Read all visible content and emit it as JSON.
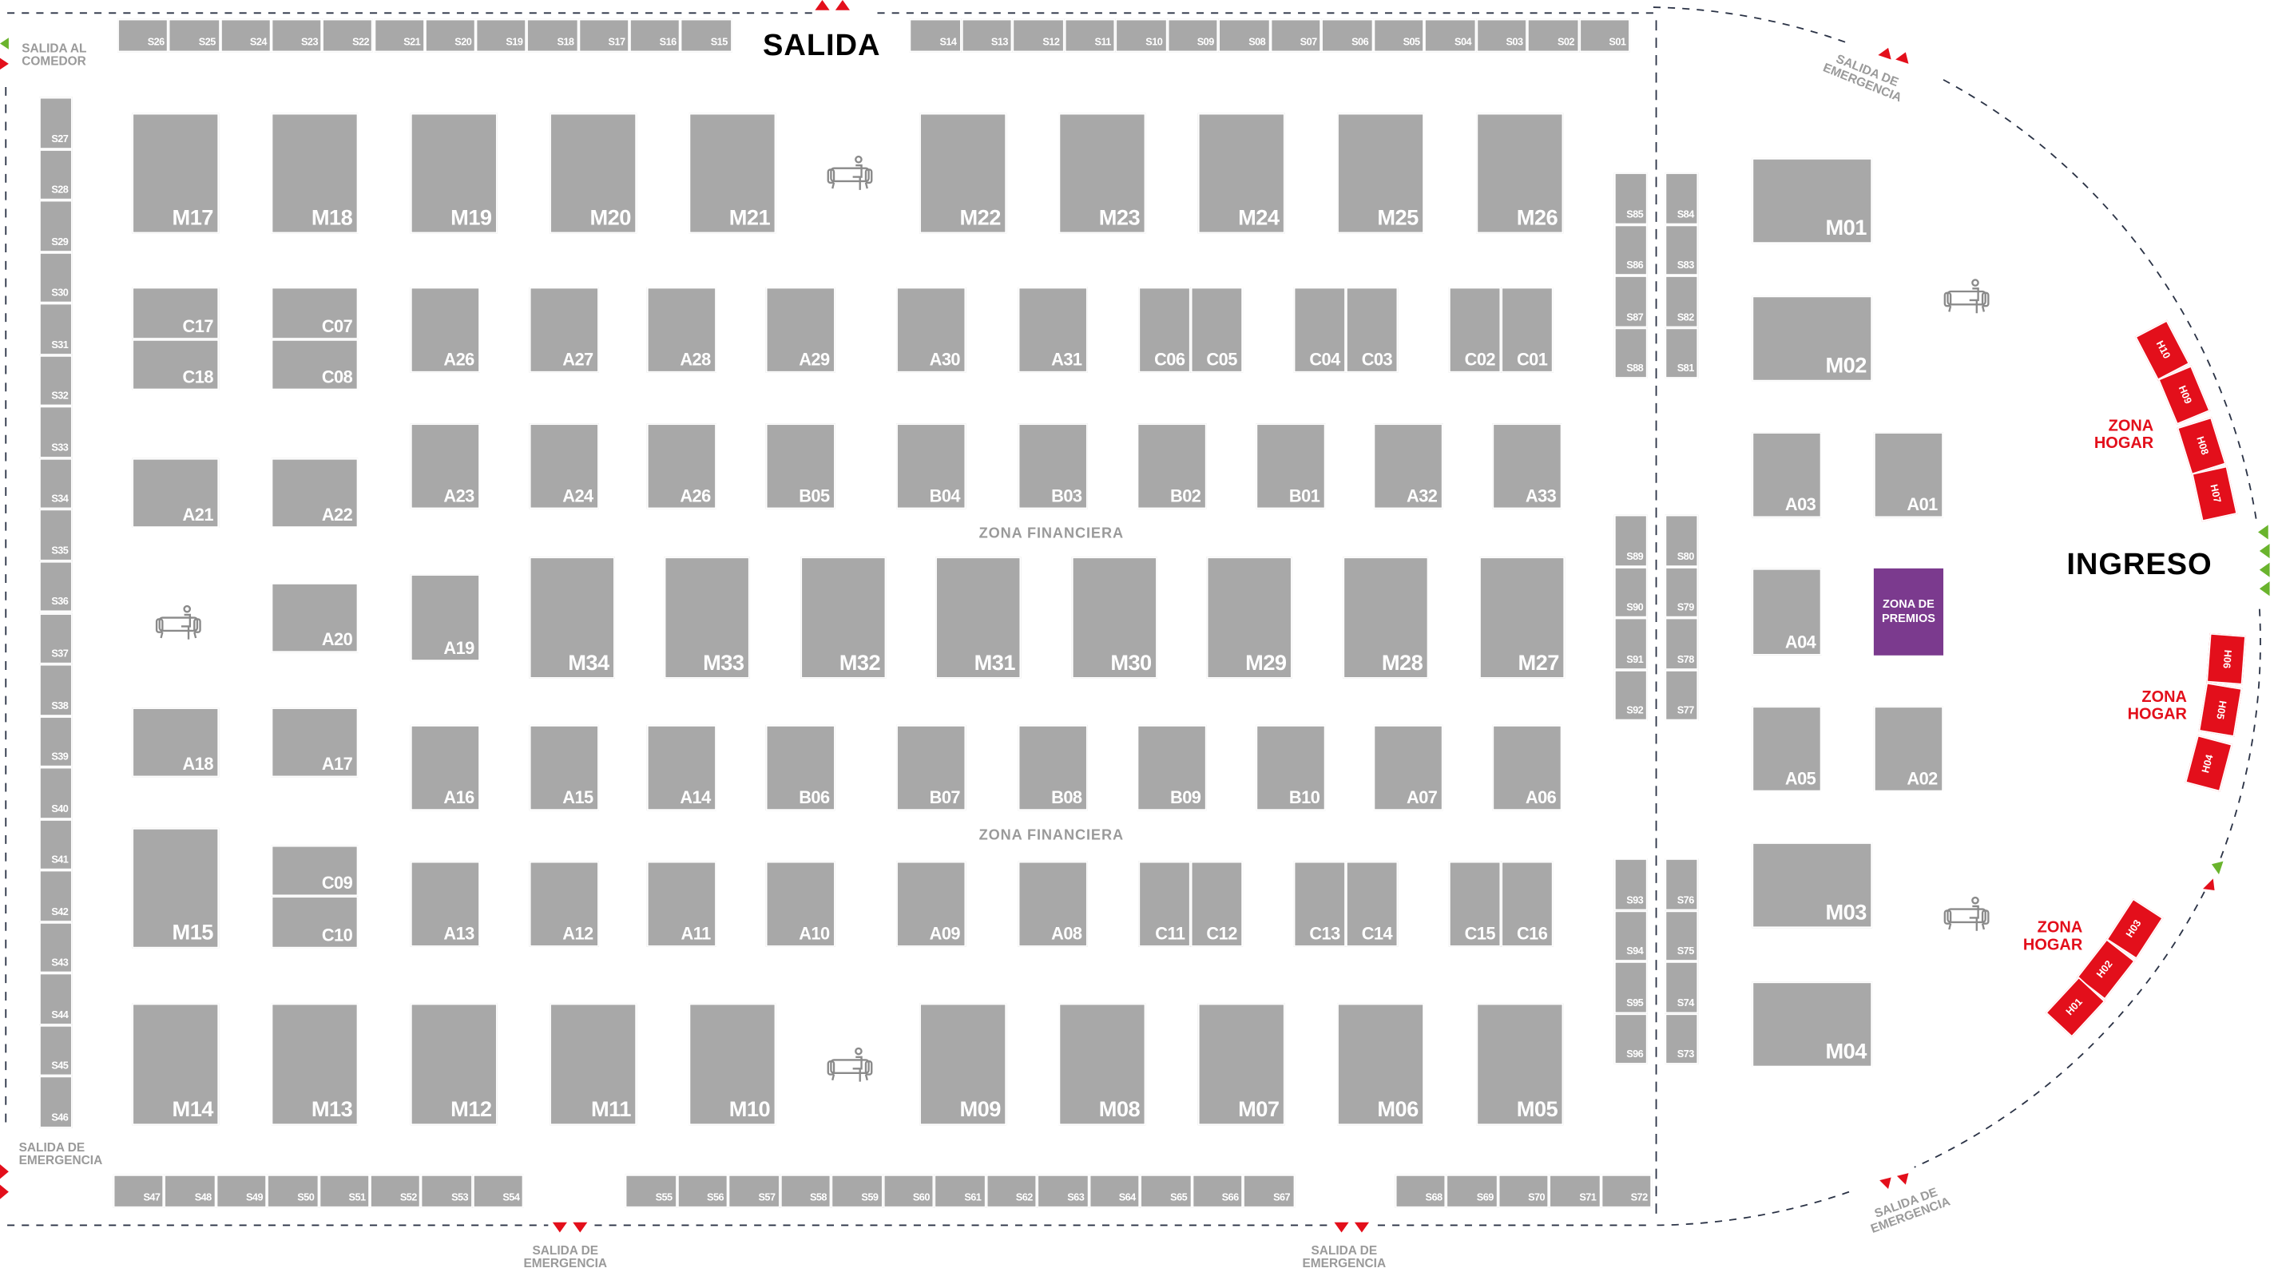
{
  "header": {
    "exit_title": "SALIDA",
    "entrance_title": "INGRESO"
  },
  "labels": {
    "comedor_exit": [
      "SALIDA AL",
      "COMEDOR"
    ],
    "emergency_left": [
      "SALIDA DE",
      "EMERGENCIA"
    ],
    "emergency_bottom_1": [
      "SALIDA DE",
      "EMERGENCIA"
    ],
    "emergency_bottom_2": [
      "SALIDA DE",
      "EMERGENCIA"
    ],
    "emergency_top_right": [
      "SALIDA DE",
      "EMERGENCIA"
    ],
    "emergency_bottom_right": [
      "SALIDA DE",
      "EMERGENCIA"
    ],
    "zona_financiera_1": "ZONA FINANCIERA",
    "zona_financiera_2": "ZONA FINANCIERA",
    "zona_hogar_1": [
      "ZONA",
      "HOGAR"
    ],
    "zona_hogar_2": [
      "ZONA",
      "HOGAR"
    ],
    "zona_hogar_3": [
      "ZONA",
      "HOGAR"
    ],
    "zona_premios": [
      "ZONA DE",
      "PREMIOS"
    ]
  },
  "colors": {
    "booth": "#a8a8a8",
    "hogar": "#e30f1b",
    "premios": "#7b3a8e",
    "entry_arrow": "#6ab42d",
    "exit_arrow": "#e30f1b"
  },
  "booths": {
    "top_left": [
      "S26",
      "S25",
      "S24",
      "S23",
      "S22",
      "S21",
      "S20",
      "S19",
      "S18",
      "S17",
      "S16",
      "S15"
    ],
    "top_right": [
      "S14",
      "S13",
      "S12",
      "S11",
      "S10",
      "S09",
      "S08",
      "S07",
      "S06",
      "S05",
      "S04",
      "S03",
      "S02",
      "S01"
    ],
    "left_col": [
      "S27",
      "S28",
      "S29",
      "S30",
      "S31",
      "S32",
      "S33",
      "S34",
      "S35",
      "S36",
      "S37",
      "S38",
      "S39",
      "S40",
      "S41",
      "S42",
      "S43",
      "S44",
      "S45",
      "S46"
    ],
    "bottom_a": [
      "S47",
      "S48",
      "S49",
      "S50",
      "S51",
      "S52",
      "S53",
      "S54"
    ],
    "bottom_b": [
      "S55",
      "S56",
      "S57",
      "S58",
      "S59",
      "S60",
      "S61",
      "S62",
      "S63",
      "S64",
      "S65",
      "S66",
      "S67"
    ],
    "bottom_c": [
      "S68",
      "S69",
      "S70",
      "S71",
      "S72"
    ],
    "right_a1": [
      "S85",
      "S86",
      "S87",
      "S88"
    ],
    "right_b1": [
      "S84",
      "S83",
      "S82",
      "S81"
    ],
    "right_a2": [
      "S89",
      "S90",
      "S91",
      "S92"
    ],
    "right_b2": [
      "S80",
      "S79",
      "S78",
      "S77"
    ],
    "right_a3": [
      "S93",
      "S94",
      "S95",
      "S96"
    ],
    "right_b3": [
      "S76",
      "S75",
      "S74",
      "S73"
    ],
    "stands": [
      "M17",
      "M18",
      "M19",
      "M20",
      "M21",
      "M22",
      "M23",
      "M24",
      "M25",
      "M26",
      "C17",
      "C18",
      "C07",
      "C08",
      "A26",
      "A27",
      "A28",
      "A29",
      "A30",
      "A31",
      "C06",
      "C05",
      "C04",
      "C03",
      "C02",
      "C01",
      "A21",
      "A22",
      "A23",
      "A24",
      "A26",
      "B05",
      "B04",
      "B03",
      "B02",
      "B01",
      "A32",
      "A33",
      "A20",
      "A19",
      "M34",
      "M33",
      "M32",
      "M31",
      "M30",
      "M29",
      "M28",
      "M27",
      "A18",
      "A17",
      "A16",
      "A15",
      "A14",
      "B06",
      "B07",
      "B08",
      "B09",
      "B10",
      "A07",
      "A06",
      "M15",
      "C09",
      "C10",
      "A13",
      "A12",
      "A11",
      "A10",
      "A09",
      "A08",
      "C11",
      "C12",
      "C13",
      "C14",
      "C15",
      "C16",
      "M14",
      "M13",
      "M12",
      "M11",
      "M10",
      "M09",
      "M08",
      "M07",
      "M06",
      "M05",
      "M01",
      "M02",
      "A03",
      "A01",
      "A04",
      "A05",
      "A02",
      "M03",
      "M04"
    ],
    "hogar": [
      "H10",
      "H09",
      "H08",
      "H07",
      "H06",
      "H05",
      "H04",
      "H03",
      "H02",
      "H01"
    ]
  }
}
